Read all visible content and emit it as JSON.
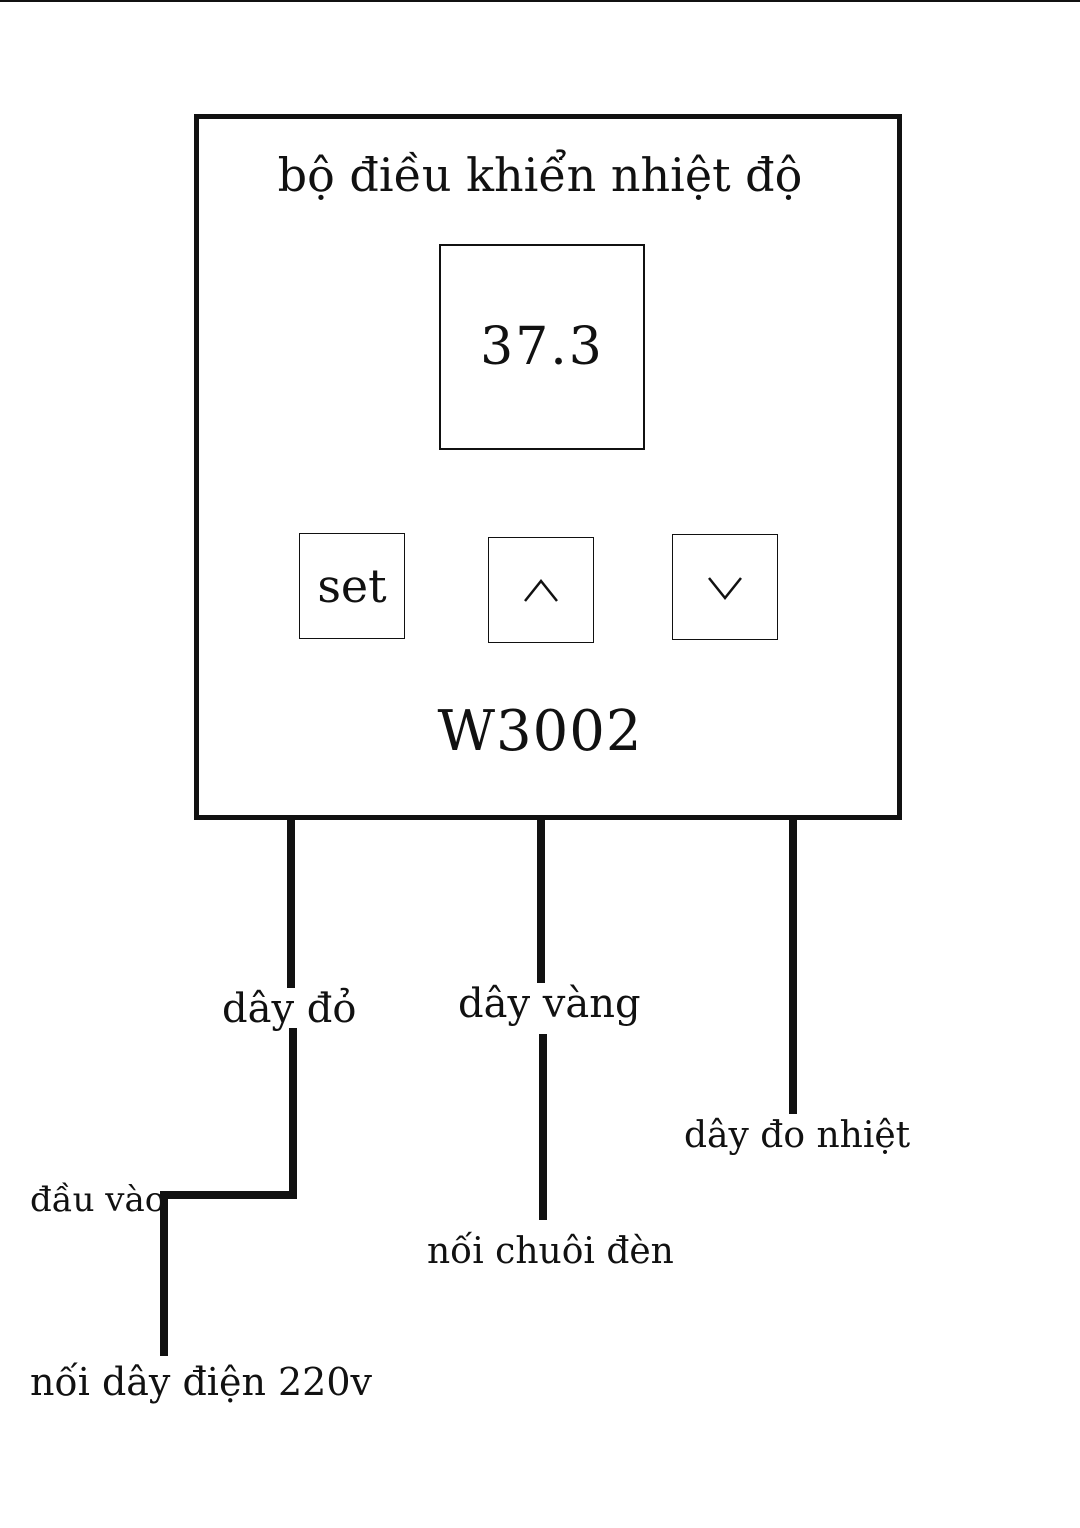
{
  "device": {
    "title": "bộ điều khiển nhiệt độ",
    "display_value": "37.3",
    "buttons": {
      "set_label": "set",
      "up_icon": "caret-up-icon",
      "down_icon": "caret-down-icon"
    },
    "model": "W3002"
  },
  "wires": {
    "red": {
      "label": "dây đỏ",
      "input_label": "đầu vào",
      "end_label": "nối dây điện 220v"
    },
    "yellow": {
      "label": "dây vàng",
      "end_label": "nối chuôi đèn"
    },
    "sensor": {
      "label": "dây đo nhiệt"
    }
  }
}
